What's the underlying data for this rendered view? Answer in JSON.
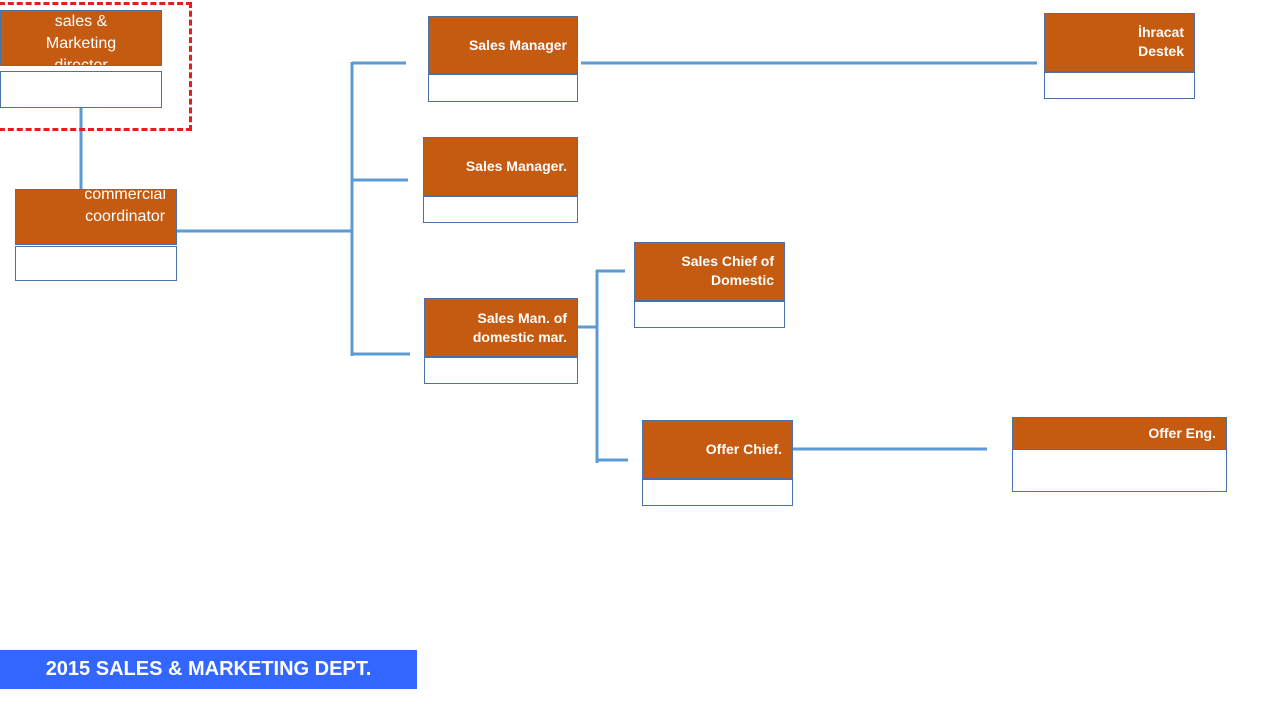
{
  "org_chart": {
    "director": {
      "title": "sales &\nMarketing\ndirector"
    },
    "coordinator": {
      "title": "commercial\ncoordinator"
    },
    "sales_manager_1": {
      "title": "Sales Manager"
    },
    "sales_manager_2": {
      "title": "Sales Manager."
    },
    "sales_manager_domestic": {
      "title": "Sales Man. of\ndomestic mar."
    },
    "ihracat_destek": {
      "title": "İhracat\nDestek"
    },
    "sales_chief_domestic": {
      "title": "Sales Chief of\nDomestic"
    },
    "offer_chief": {
      "title": "Offer Chief."
    },
    "offer_eng": {
      "title": "Offer Eng."
    }
  },
  "footer": {
    "label": "2015 SALES & MARKETING DEPT."
  },
  "colors": {
    "box_fill": "#c55a11",
    "box_border": "#4a72a8",
    "connector": "#5b9bd5",
    "selection_frame": "#e0201b",
    "footer_fill": "#3366ff"
  }
}
